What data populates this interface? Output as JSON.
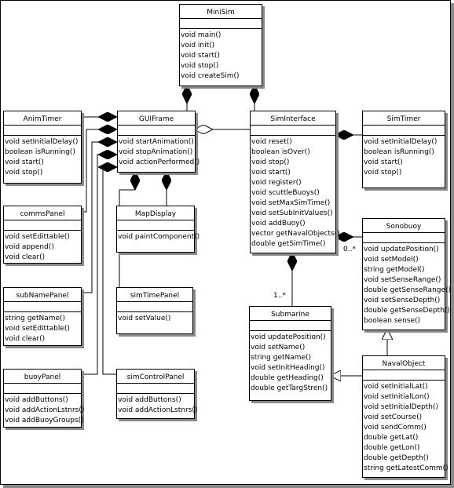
{
  "classes": {
    "minisim": {
      "name": "MiniSim",
      "ops": [
        "void main()",
        "void init()",
        "void start()",
        "void stop()",
        "void createSim()"
      ]
    },
    "animtimer": {
      "name": "AnimTimer",
      "ops": [
        "void setInitialDelay()",
        "boolean isRunning()",
        "void start()",
        "void stop()"
      ]
    },
    "guiframe": {
      "name": "GUIFrame",
      "ops": [
        "void startAnimation()",
        "void stopAnimation()",
        "void actionPerformed()"
      ]
    },
    "siminterface": {
      "name": "SimInterface",
      "ops": [
        "void reset()",
        "boolean isOver()",
        "void stop()",
        "void start()",
        "void register()",
        "void scuttleBuoys()",
        "void setMaxSimTime()",
        "void setSubInitValues()",
        "void addBuoy()",
        "vector getNavalObjects()",
        "double getSimTime()"
      ]
    },
    "simtimer": {
      "name": "SimTimer",
      "ops": [
        "void setInitialDelay()",
        "boolean isRunning()",
        "void start()",
        "void stop()"
      ]
    },
    "commspanel": {
      "name": "commsPanel",
      "ops": [
        "void setEdittable()",
        "void append()",
        "void clear()"
      ]
    },
    "mapdisplay": {
      "name": "MapDisplay",
      "ops": [
        "void paintComponent()"
      ]
    },
    "sonobuoy": {
      "name": "Sonobuoy",
      "ops": [
        "void updatePosition()",
        "void setModel()",
        "string getModel()",
        "void setSenseRange()",
        "double getSenseRange()",
        "void setSenseDepth()",
        "double getSenseDepth()",
        "boolean sense()"
      ]
    },
    "subnamepanel": {
      "name": "subNamePanel",
      "ops": [
        "string getName()",
        "void setEdittable()",
        "void clear()"
      ]
    },
    "simtimepanel": {
      "name": "simTimePanel",
      "ops": [
        "void setValue()"
      ]
    },
    "submarine": {
      "name": "Submarine",
      "ops": [
        "void updatePosition()",
        "void setName()",
        "string getName()",
        "void setInitHeading()",
        "double getHeading()",
        "double getTargStren()"
      ]
    },
    "navalobject": {
      "name": "NavalObject",
      "ops": [
        "void setInitialLat()",
        "void setInitialLon()",
        "void setInitialDepth()",
        "void setCourse()",
        "void sendComm()",
        "double getLat()",
        "double getLon()",
        "double getDepth()",
        "string getLatestComm()"
      ]
    },
    "buoypanel": {
      "name": "buoyPanel",
      "ops": [
        "void addButtons()",
        "void addActionLstnrs()",
        "void addBuoyGroups()"
      ]
    },
    "simcontrolpanel": {
      "name": "simControlPanel",
      "ops": [
        "void addButtons()",
        "void addActionLstnrs()"
      ]
    }
  },
  "multiplicities": {
    "sonobuoy": "0..*",
    "submarine": "1..*"
  }
}
